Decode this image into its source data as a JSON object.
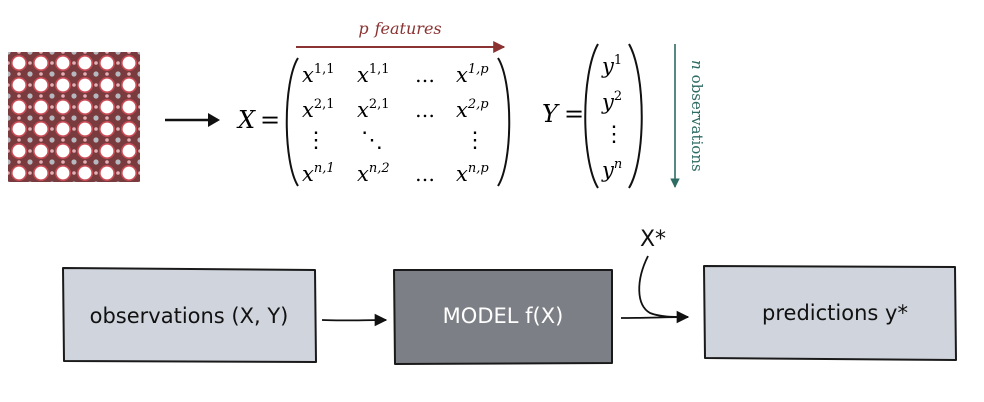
{
  "colors": {
    "accent_red": "#8b3232",
    "accent_teal": "#2e6b63",
    "box_fill": "#d0d4dc",
    "model_fill": "#7c7f85",
    "model_text": "#ffffff",
    "ink": "#111111"
  },
  "icons": {
    "crystal": "crystal-lattice-icon"
  },
  "header": {
    "features_p": "p",
    "features_word": "features",
    "observations_n": "n",
    "observations_word": "observations"
  },
  "matrix_x": {
    "name": "X",
    "equals": "=",
    "rows": [
      [
        "x1,1",
        "x1,1",
        "…",
        "x1,p"
      ],
      [
        "x2,1",
        "x2,1",
        "…",
        "x2,p"
      ],
      [
        "⋮",
        "⋱",
        "",
        "⋮"
      ],
      [
        "xn,1",
        "xn,2",
        "…",
        "xn,p"
      ]
    ],
    "cells": {
      "r1c1": {
        "base": "x",
        "sup": "1,1"
      },
      "r1c2": {
        "base": "x",
        "sup": "1,1"
      },
      "r1c3": {
        "text": "…"
      },
      "r1c4": {
        "base": "x",
        "sup": "1,p"
      },
      "r2c1": {
        "base": "x",
        "sup": "2,1"
      },
      "r2c2": {
        "base": "x",
        "sup": "2,1"
      },
      "r2c3": {
        "text": "…"
      },
      "r2c4": {
        "base": "x",
        "sup": "2,p"
      },
      "r3c1": {
        "text": "⋮"
      },
      "r3c2": {
        "text": "⋱"
      },
      "r3c4": {
        "text": "⋮"
      },
      "r4c1": {
        "base": "x",
        "sup": "n,1"
      },
      "r4c2": {
        "base": "x",
        "sup": "n,2"
      },
      "r4c3": {
        "text": "…"
      },
      "r4c4": {
        "base": "x",
        "sup": "n,p"
      }
    }
  },
  "vector_y": {
    "name": "Y",
    "equals": "=",
    "cells": {
      "r1": {
        "base": "y",
        "sup": "1"
      },
      "r2": {
        "base": "y",
        "sup": "2"
      },
      "r3": {
        "text": "⋮"
      },
      "r4": {
        "base": "y",
        "sup": "n"
      }
    }
  },
  "flow": {
    "observations": "observations (X, Y)",
    "model": "MODEL f(X)",
    "predictions": "predictions y*",
    "new_input": "X*"
  }
}
